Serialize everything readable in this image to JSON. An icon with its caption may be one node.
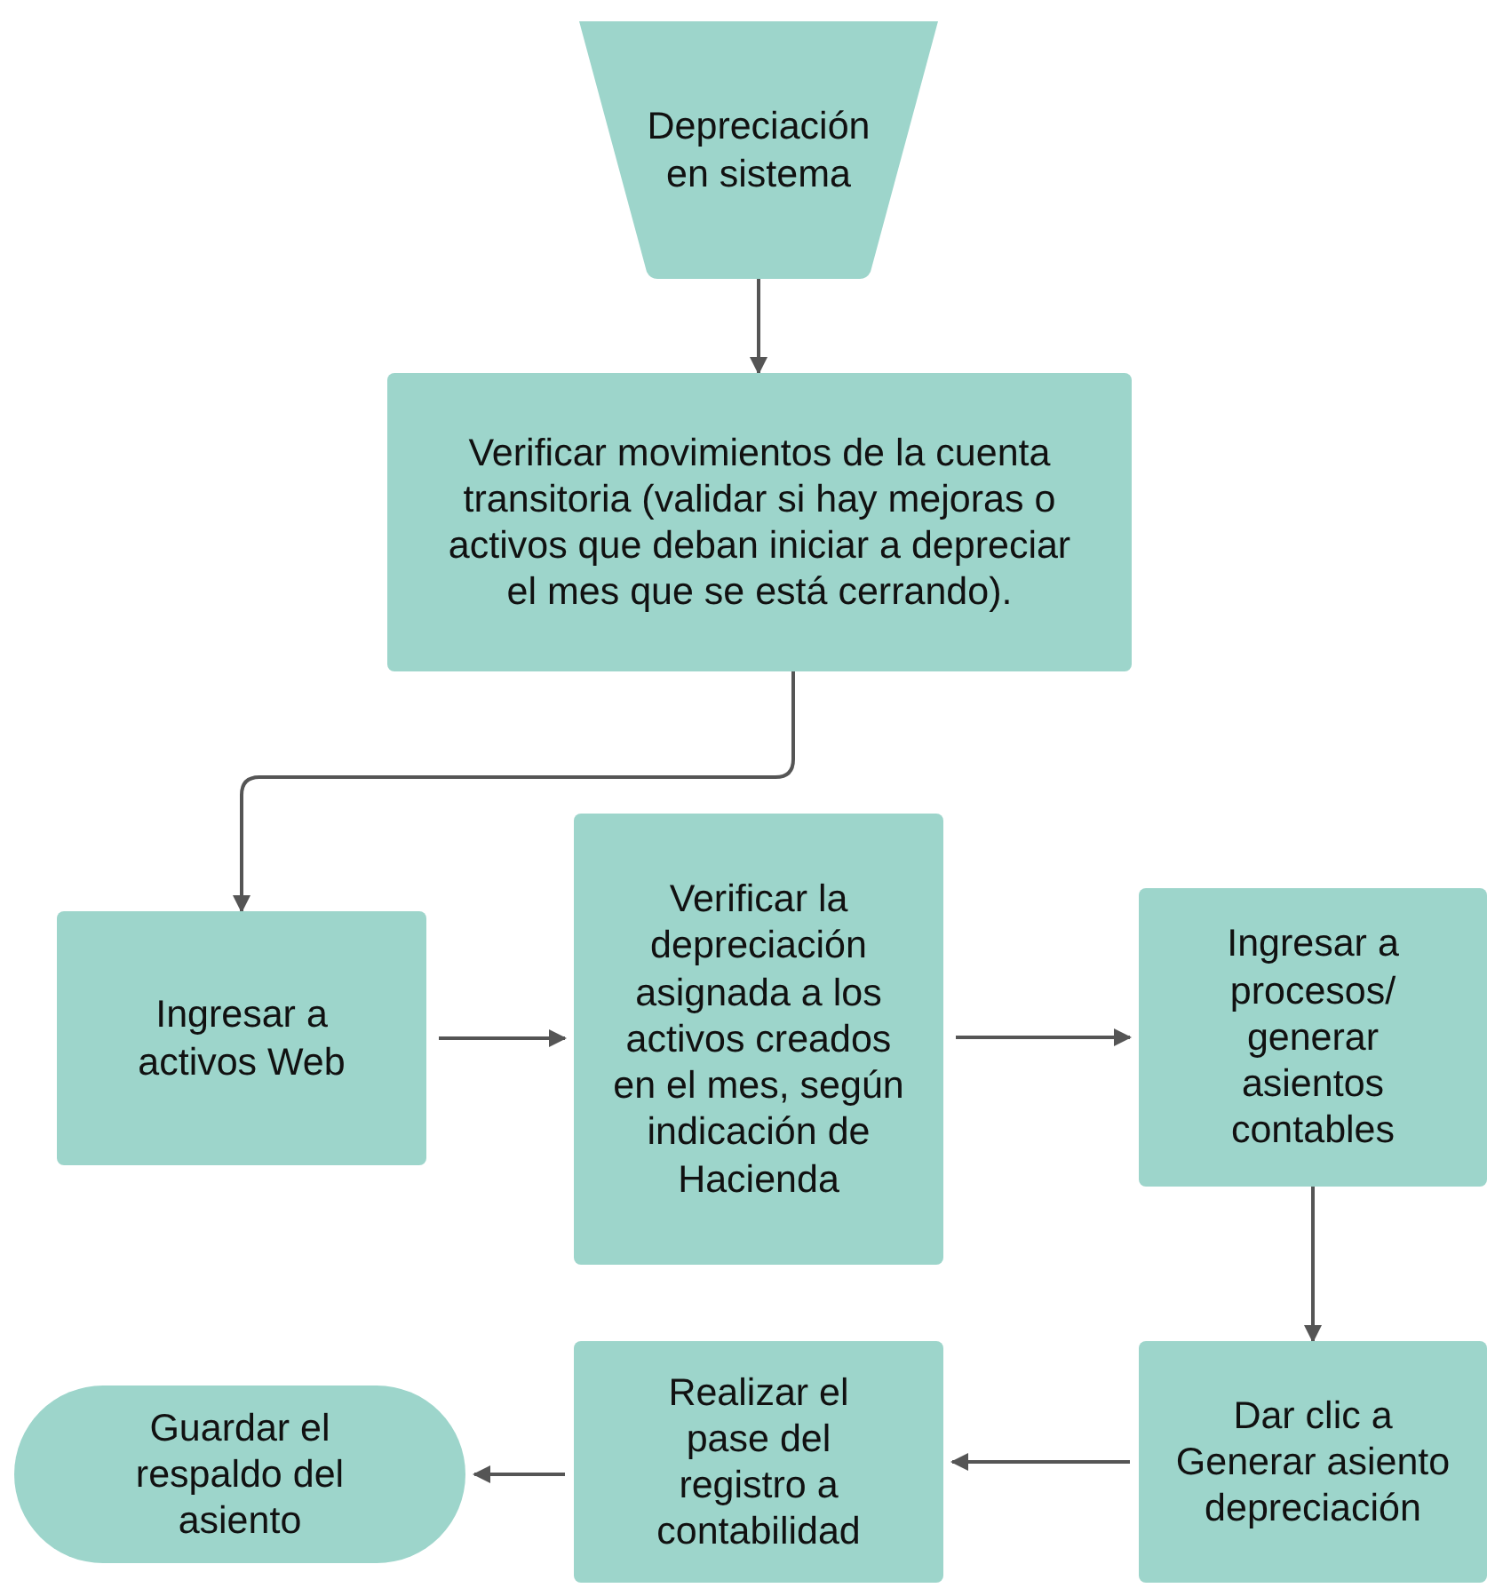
{
  "diagram": {
    "nodes": [
      {
        "text": [
          "Depreciación en sistema"
        ]
      },
      {
        "text": [
          "Verificar movimientos de la cuenta transitoria (validar si hay mejoras o activos que deban iniciar a depreciar el mes que se está cerrando)."
        ]
      },
      {
        "text": [
          "Ingresar a activos Web"
        ]
      },
      {
        "text": [
          "Verificar la depreciación asignada a los activos creados en el mes, según indicación de Hacienda"
        ]
      },
      {
        "text": [
          "Ingresar a procesos/ generar asientos contables"
        ]
      },
      {
        "text": [
          "Dar clic a Generar asiento depreciación"
        ]
      },
      {
        "text": [
          "Realizar el pase del registro a contabilidad"
        ]
      },
      {
        "text": [
          "Guardar el respaldo del asiento"
        ]
      }
    ],
    "edges": [
      {
        "from": 0,
        "to": 1,
        "arrow": "to"
      },
      {
        "from": 1,
        "to": 2,
        "arrow": "to"
      },
      {
        "from": 2,
        "to": 3,
        "arrow": "to"
      },
      {
        "from": 3,
        "to": 4,
        "arrow": "to"
      },
      {
        "from": 4,
        "to": 5,
        "arrow": "to"
      },
      {
        "from": 5,
        "to": 6,
        "arrow": "to"
      },
      {
        "from": 6,
        "to": 7,
        "arrow": "to"
      }
    ]
  }
}
